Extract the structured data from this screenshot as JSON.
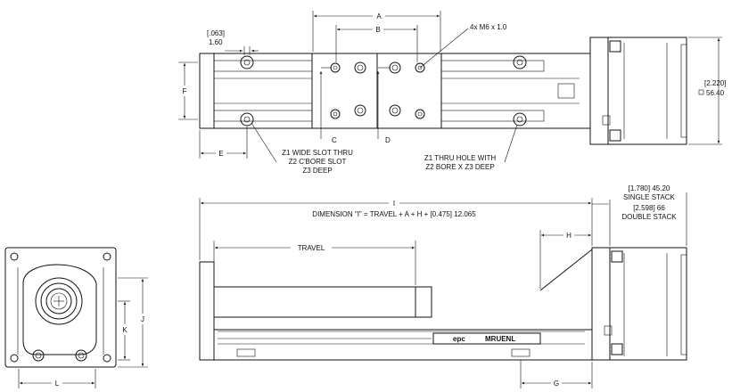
{
  "top_view": {
    "dim_a": "A",
    "dim_b": "B",
    "dim_c": "C",
    "dim_d": "D",
    "dim_e": "E",
    "dim_f": "F",
    "slot_in": "[.063]",
    "slot_mm": "1.60",
    "screws": "4x M6 x 1.0",
    "height_in": "[2.220]",
    "height_mm": "56.40",
    "note_left": [
      "Z1 WIDE SLOT THRU",
      "Z2 C'BORE SLOT",
      "Z3 DEEP"
    ],
    "note_right": [
      "Z1 THRU HOLE WITH",
      "Z2 BORE X Z3 DEEP"
    ]
  },
  "side_view": {
    "dim_i": "I",
    "formula": "DIMENSION \"I\" = TRAVEL + A + H + [0.475] 12.065",
    "travel": "TRAVEL",
    "dim_h": "H",
    "dim_g": "G",
    "stack": [
      "[1.780] 45.20",
      "SINGLE STACK",
      "[2.598] 66",
      "DOUBLE STACK"
    ],
    "logo_left": "epc",
    "logo_right": "MRUENL"
  },
  "end_view": {
    "dim_j": "J",
    "dim_k": "K",
    "dim_l": "L"
  }
}
